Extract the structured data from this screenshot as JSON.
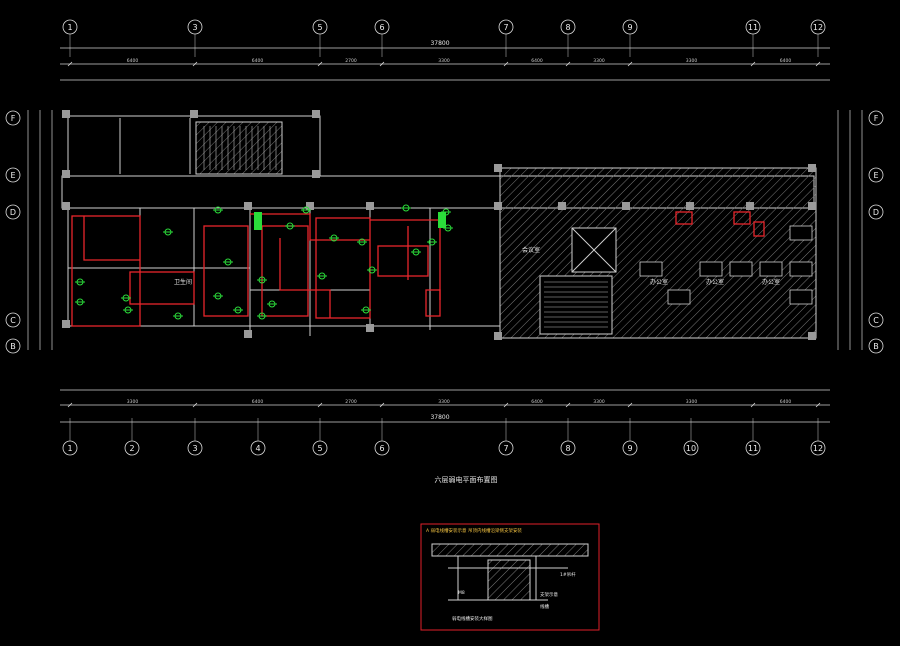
{
  "drawing": {
    "column_labels_top": [
      "1",
      "3",
      "5",
      "6",
      "7",
      "8",
      "9",
      "11",
      "12"
    ],
    "column_labels_bottom": [
      "1",
      "2",
      "3",
      "4",
      "5",
      "6",
      "7",
      "8",
      "9",
      "10",
      "11",
      "12"
    ],
    "row_labels_left": [
      "F",
      "E",
      "D",
      "C",
      "B"
    ],
    "row_labels_right": [
      "F",
      "E",
      "D",
      "C",
      "B"
    ],
    "overall_dim": "37800",
    "top_dims_mid": [
      "6400",
      "6400",
      "2700",
      "3300",
      "6400",
      "3300",
      "3300",
      "6400",
      "3300"
    ],
    "bottom_dims_mid": [
      "3300",
      "6400",
      "2700",
      "3300",
      "6400",
      "3300",
      "3300",
      "6400",
      "3300"
    ],
    "room_labels": [
      "办公室",
      "办公室",
      "办公室",
      "会议室",
      "卫生间"
    ],
    "caption": "六层弱电平面布置图"
  },
  "detail": {
    "header": "A  弱电线槽安装示意  吊顶内线槽沿梁侧支架安装",
    "labels": [
      "1#吊杆",
      "M8",
      "支架示意",
      "线槽"
    ],
    "caption": "弱电线槽安装大样图"
  },
  "colors": {
    "grid": "#d9d9d9",
    "wall": "#cfcfcf",
    "cable": "#e8262b",
    "device": "#2bdc3a",
    "hatch": "#8a8a8a",
    "frame": "#e0202a"
  }
}
